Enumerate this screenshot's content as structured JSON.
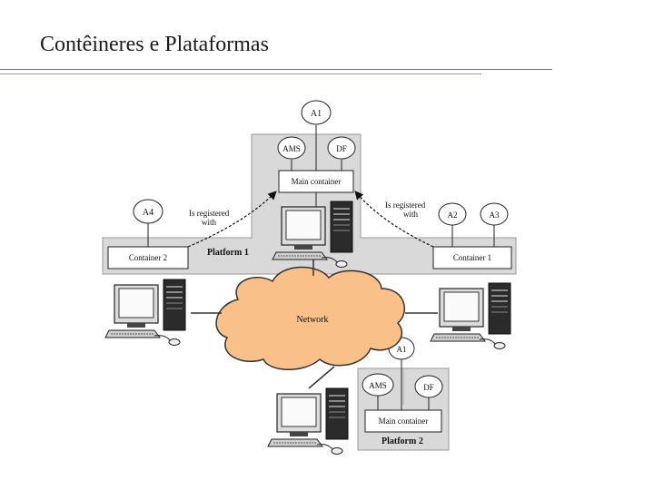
{
  "slide": {
    "title": "Contêineres e Plataformas"
  },
  "diagram": {
    "agents": {
      "a1_top": "A1",
      "ams_top": "AMS",
      "df_top": "DF",
      "a4": "A4",
      "a2": "A2",
      "a3": "A3",
      "a1_bottom": "A1",
      "ams_bottom": "AMS",
      "df_bottom": "DF"
    },
    "containers": {
      "main_top": "Main container",
      "container2": "Container 2",
      "container1": "Container 1",
      "main_bottom": "Main container"
    },
    "platforms": {
      "platform1": "Platform 1",
      "platform2": "Platform 2"
    },
    "network": "Network",
    "registered_left_line1": "Is registered",
    "registered_left_line2": "with",
    "registered_right_line1": "Is registered",
    "registered_right_line2": "with"
  }
}
